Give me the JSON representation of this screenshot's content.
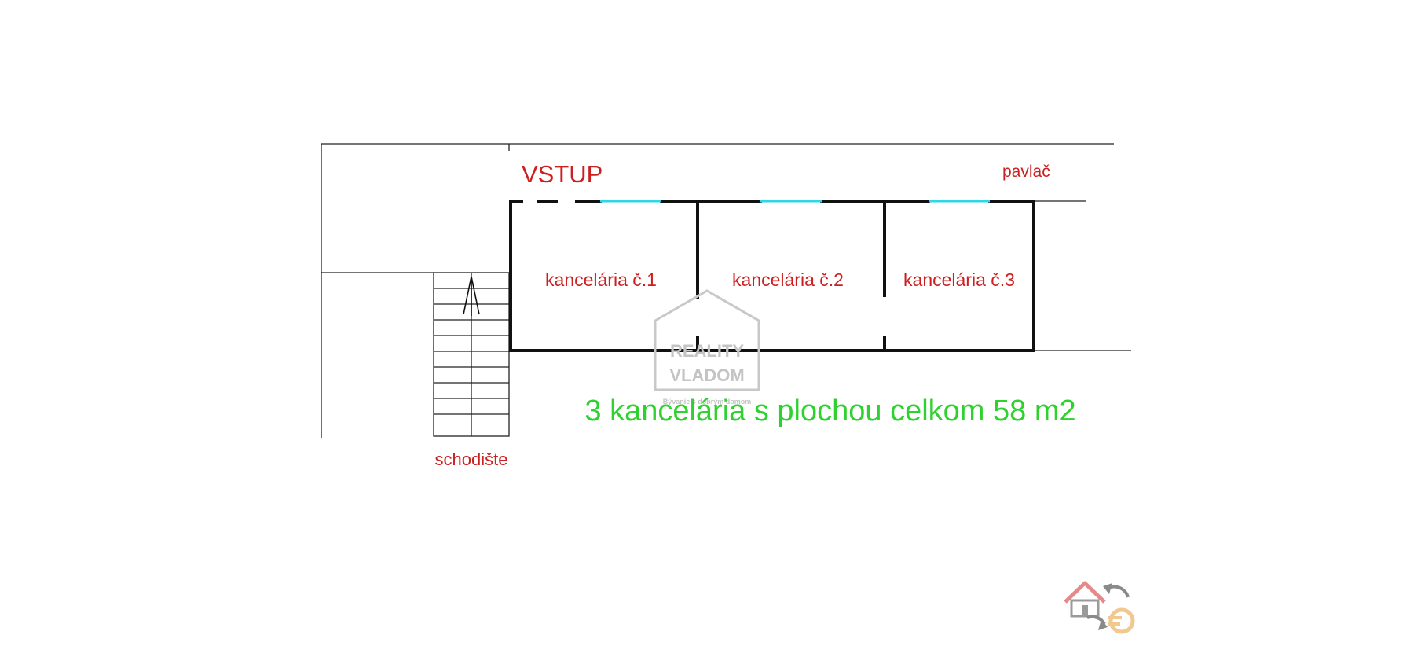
{
  "labels": {
    "entrance": "VSTUP",
    "gallery": "pavlač",
    "office_1": "kancelária č.1",
    "office_2": "kancelária č.2",
    "office_3": "kancelária č.3",
    "stairs": "schodište",
    "summary": "3 kancelária s plochou celkom 58 m2"
  },
  "watermark": {
    "line1": "REALITY",
    "line2": "VLADOM",
    "tagline": "Bývanie s dobrým domom"
  },
  "colors": {
    "label": "#cc1f1f",
    "summary": "#2fd12f",
    "window": "#2fd6e6",
    "wall": "#111111",
    "watermark": "#c4c4c4"
  },
  "icons": [
    "house-exchange-logo-icon"
  ]
}
